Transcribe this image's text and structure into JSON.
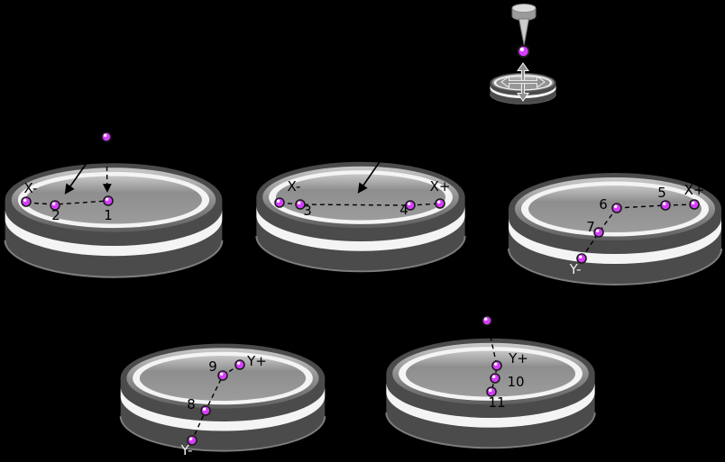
{
  "colors": {
    "background": "#000000",
    "dish_body": "#4b4b4b",
    "dish_ring_white": "#f4f4f4",
    "dish_interior": "#909090",
    "point_fill": "#d63dff",
    "annotation_line": "#000000",
    "label_on_dish": "#000000",
    "label_on_dark": "#ededed"
  },
  "dishes": [
    {
      "axis_labels": [
        "X-"
      ],
      "point_labels": [
        "1",
        "2"
      ]
    },
    {
      "axis_labels": [
        "X-",
        "X+"
      ],
      "point_labels": [
        "3",
        "4"
      ]
    },
    {
      "axis_labels": [
        "X+",
        "Y-"
      ],
      "point_labels": [
        "5",
        "6",
        "7"
      ]
    },
    {
      "axis_labels": [
        "Y+",
        "Y-"
      ],
      "point_labels": [
        "8",
        "9"
      ]
    },
    {
      "axis_labels": [
        "Y+"
      ],
      "point_labels": [
        "10",
        "11"
      ]
    }
  ],
  "tool": {
    "icons": [
      "probe-cap-icon",
      "probe-shaft-icon",
      "probe-tip-ball-icon",
      "stage-dish-icon",
      "xy-arrows-icon"
    ]
  }
}
